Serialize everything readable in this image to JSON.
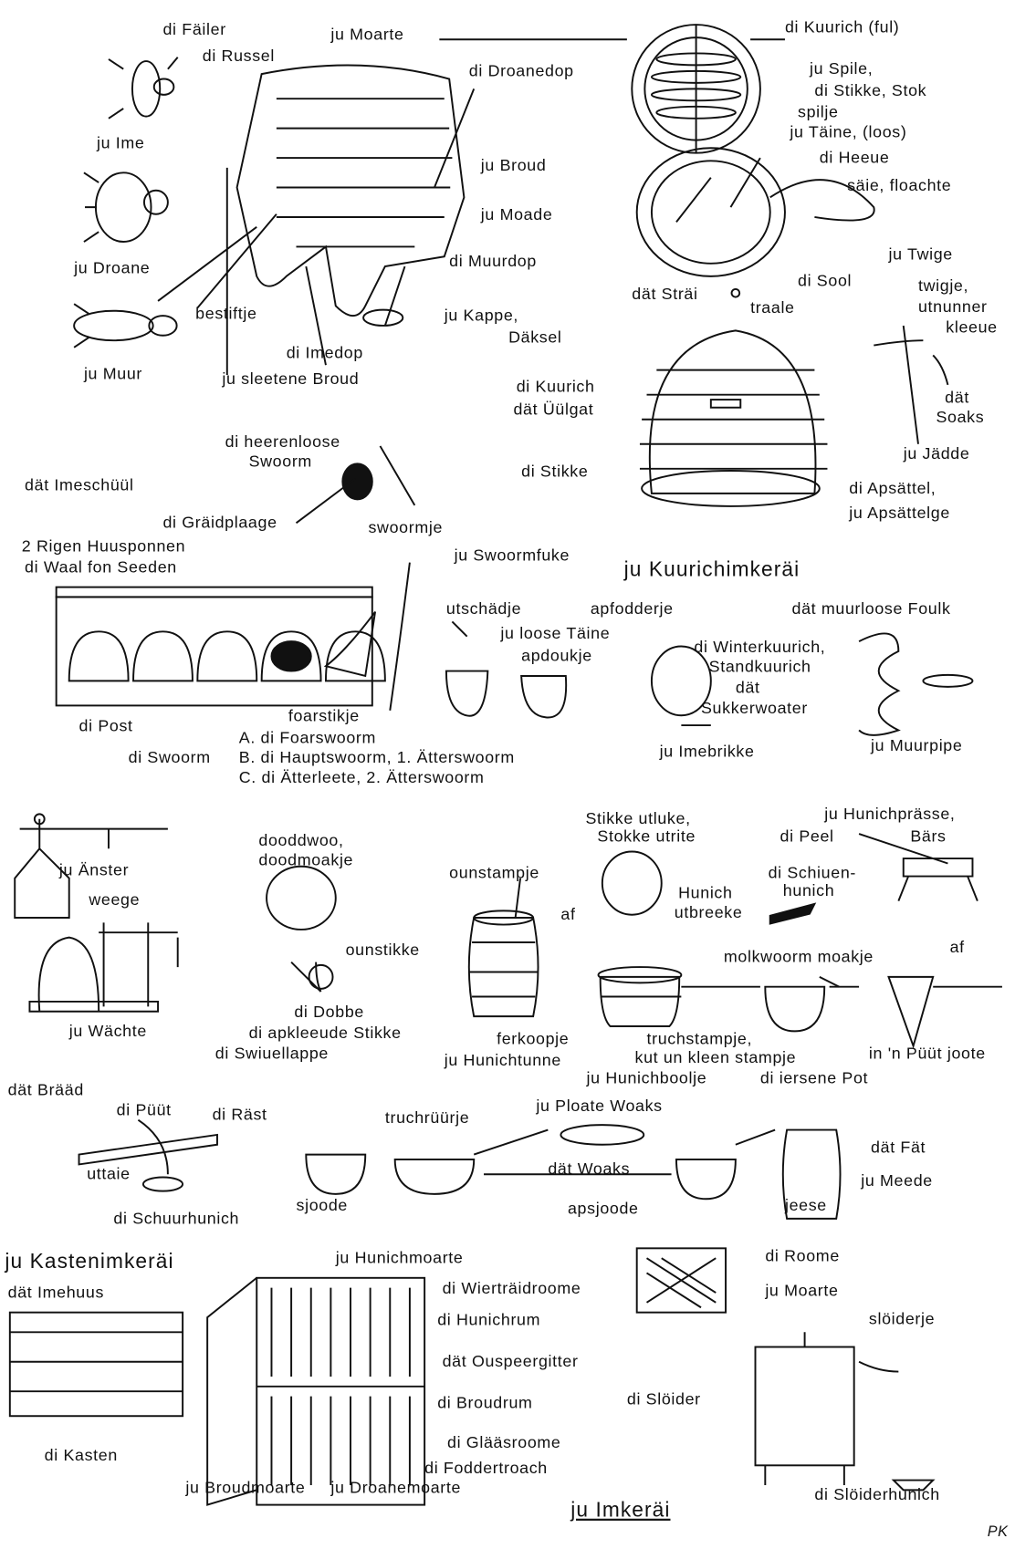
{
  "title": "ju Imkeräi",
  "signature": "PK",
  "sections": {
    "kuurich": "ju Kuurichimkeräi",
    "kasten": "ju Kastenimkeräi"
  },
  "bees": {
    "failer": "di Fäiler",
    "russel": "di Russel",
    "ime": "ju Ime",
    "droane": "ju Droane",
    "muur": "ju Muur",
    "bestiftje": "bestiftje"
  },
  "comb": {
    "moarte": "ju Moarte",
    "droanedop": "di Droanedop",
    "broud": "ju Broud",
    "moade": "ju Moade",
    "muurdop": "di Muurdop",
    "kappe": "ju Kappe,",
    "daksel": "Däksel",
    "imedop": "di Imedop",
    "sleetene": "ju sleetene Broud"
  },
  "skep_making": {
    "kuurich_ful": "di Kuurich (ful)",
    "spile": "ju Spile,",
    "stikke_stok": "di Stikke, Stok",
    "spilje": "spilje",
    "taine": "ju Täine, (loos)",
    "heeue": "di Heeue",
    "saie": "säie, floachte",
    "twige": "ju Twige",
    "sool": "di Sool",
    "strai": "dät Sträi",
    "traale": "traale",
    "twigje": "twigje,",
    "utnunner": "utnunner",
    "kleeue": "kleeue",
    "kuurich": "di Kuurich",
    "uulgat": "dät Üülgat",
    "dat": "dät",
    "soaks": "Soaks",
    "jadde": "ju Jädde",
    "stikke": "di Stikke",
    "apsattel": "di Apsättel,",
    "apsattelge": "ju Apsättelge"
  },
  "swarm": {
    "heerenloose": "di heerenloose",
    "swoorm": "Swoorm",
    "imeschuul": "dät Imeschüül",
    "graidplaage": "di Gräidplaage",
    "swoormje": "swoormje",
    "rigen": "2 Rigen Huusponnen",
    "waal": "di Waal fon Seeden",
    "swoormfuke": "ju Swoormfuke",
    "utschadje": "utschädje",
    "loose_taine": "ju loose Täine",
    "apdoukje": "apdoukje",
    "foarstikje": "foarstikje",
    "post": "di Post",
    "di_swoorm": "di Swoorm",
    "a": "A. di Foarswoorm",
    "b": "B. di Hauptswoorm, 1. Ätterswoorm",
    "c": "C. di Ätterleete, 2. Ätterswoorm"
  },
  "feeding": {
    "apfodderje": "apfodderje",
    "muurloose": "dät muurloose Foulk",
    "winter": "di Winterkuurich,",
    "stand": "Standkuurich",
    "dat": "dät",
    "sukker": "Sukkerwoater",
    "imebrikke": "ju Imebrikke",
    "muurpipe": "ju Muurpipe"
  },
  "honey": {
    "anster": "ju Änster",
    "weege": "weege",
    "wachte": "ju Wächte",
    "dooddwoo": "dooddwoo,",
    "doodmoakje": "doodmoakje",
    "ounstikke": "ounstikke",
    "dobbe": "di Dobbe",
    "apkleeude": "di apkleeude Stikke",
    "swiuellappe": "di Swiuellappe",
    "utluke": "Stikke utluke,",
    "utrite": "Stokke utrite",
    "ounstampje": "ounstampje",
    "af1": "af",
    "hunich": "Hunich",
    "utbreeke": "utbreeke",
    "schiuen": "di Schiuen-",
    "schiuen2": "hunich",
    "prasse": "ju Hunichprässe,",
    "peel": "di Peel",
    "bars": "Bärs",
    "molkwoorm": "molkwoorm moakje",
    "af2": "af",
    "ferkoopje": "ferkoopje",
    "tunne": "ju Hunichtunne",
    "truchstampje": "truchstampje,",
    "kut": "kut un kleen stampje",
    "booltje": "ju Hunichboolje",
    "pot": "di iersene Pot",
    "puut_joote": "in 'n Püüt joote"
  },
  "wax": {
    "braad": "dät Brääd",
    "puut": "di Püüt",
    "rast": "di Räst",
    "truchruurje": "truchrüürje",
    "ploate": "ju Ploate Woaks",
    "fat": "dät Fät",
    "meede": "ju Meede",
    "woaks": "dät Woaks",
    "apsjoode": "apsjoode",
    "jeese": "jeese",
    "uttaie": "uttaie",
    "sjoode": "sjoode",
    "schuur": "di Schuurhunich"
  },
  "box": {
    "imehuus": "dät Imehuus",
    "kasten": "di Kasten",
    "hunichmoarte": "ju Hunichmoarte",
    "wier": "di Wierträidroome",
    "hunichrum": "di Hunichrum",
    "gitter": "dät Ouspeergitter",
    "broudrum": "di Broudrum",
    "glaas": "di Glääsroome",
    "foddertroach": "di Foddertroach",
    "broudmoarte": "ju Broudmoarte",
    "droanemoarte": "ju Droanemoarte",
    "roome": "di Roome",
    "moarte": "ju Moarte",
    "sloiderje": "slöiderje",
    "sloider": "di Slöider",
    "sloiderhunich": "di Slöiderhunich"
  }
}
